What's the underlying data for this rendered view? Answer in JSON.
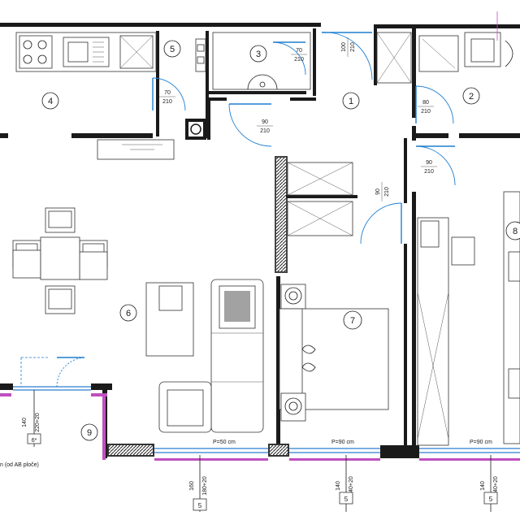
{
  "rooms": [
    {
      "id": "1",
      "label": "1"
    },
    {
      "id": "2",
      "label": "2"
    },
    {
      "id": "3",
      "label": "3"
    },
    {
      "id": "4",
      "label": "4"
    },
    {
      "id": "5",
      "label": "5"
    },
    {
      "id": "6",
      "label": "6"
    },
    {
      "id": "7",
      "label": "7"
    },
    {
      "id": "8",
      "label": "8"
    },
    {
      "id": "9",
      "label": "9"
    }
  ],
  "doors": [
    {
      "w": "70",
      "h": "210"
    },
    {
      "w": "100",
      "h": "210"
    },
    {
      "w": "80",
      "h": "210"
    },
    {
      "w": "70",
      "h": "210"
    },
    {
      "w": "90",
      "h": "210"
    },
    {
      "w": "90",
      "h": "210"
    },
    {
      "w": "90",
      "h": "210"
    }
  ],
  "windows": [
    {
      "parapet": "P=50 cm"
    },
    {
      "parapet": "P=90 cm"
    },
    {
      "parapet": "P=90 cm"
    }
  ],
  "window_dims": [
    {
      "w": "160",
      "h": "180+20",
      "tag": "5"
    },
    {
      "w": "140",
      "h": "140+20",
      "tag": "5"
    },
    {
      "w": "140",
      "h": "140+20",
      "tag": "5"
    },
    {
      "w": "140",
      "h": "220+20",
      "tag": "6*"
    }
  ],
  "note": "n (od AB ploče)",
  "colors": {
    "door": "#1f7fd1",
    "wall": "#1a1a1a",
    "balcony_edge": "#c04fbf"
  }
}
